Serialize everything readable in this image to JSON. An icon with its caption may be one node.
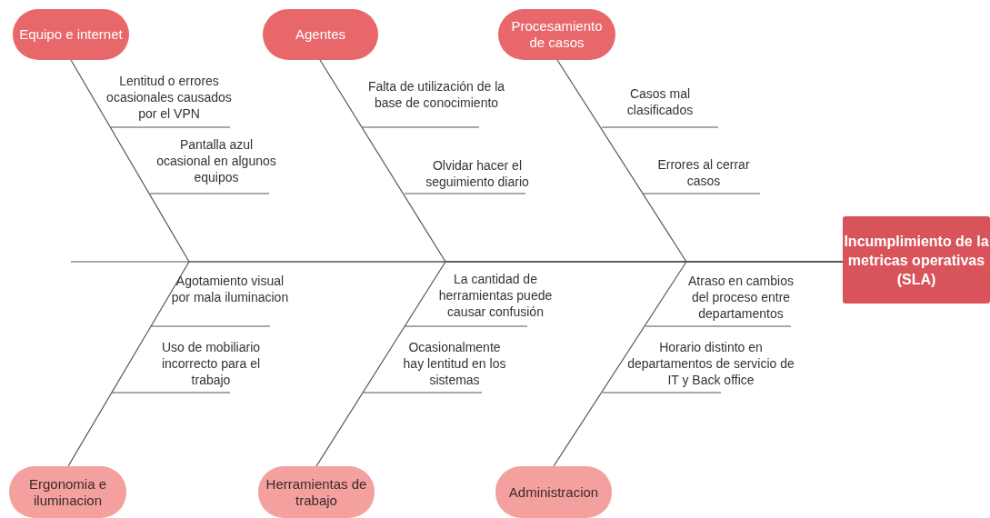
{
  "diagram": {
    "nodes": [
      {
        "text": [
          "Incumplimiento de la metricas operativas (SLA)"
        ]
      },
      {
        "text": [
          "Equipo e internet"
        ]
      },
      {
        "text": [
          "Agentes"
        ]
      },
      {
        "text": [
          "Procesamiento de casos"
        ]
      },
      {
        "text": [
          "Ergonomia e iluminacion"
        ]
      },
      {
        "text": [
          "Herramientas de trabajo"
        ]
      },
      {
        "text": [
          "Administracion"
        ]
      }
    ],
    "edges": [
      {
        "from": 1,
        "to": 0,
        "arrow": "none"
      },
      {
        "from": 2,
        "to": 0,
        "arrow": "none"
      },
      {
        "from": 3,
        "to": 0,
        "arrow": "none"
      },
      {
        "from": 4,
        "to": 0,
        "arrow": "none"
      },
      {
        "from": 5,
        "to": 0,
        "arrow": "none"
      },
      {
        "from": 6,
        "to": 0,
        "arrow": "none"
      }
    ],
    "labels": [
      "Lentitud o errores ocasionales causados por el VPN",
      "Falta de utilización de la base de conocimiento",
      "Casos mal clasificados",
      "Pantalla azul ocasional en algunos equipos",
      "Olvidar hacer el seguimiento diario",
      "Errores al cerrar casos",
      "Agotamiento visual por mala iluminacion",
      "La cantidad de herramientas puede causar confusión",
      "Atraso en cambios del proceso entre departamentos",
      "Uso de mobiliario incorrecto para el trabajo",
      "Ocasionalmente hay lentitud en los sistemas",
      "Horario distinto en departamentos de servicio de IT y Back office"
    ]
  }
}
